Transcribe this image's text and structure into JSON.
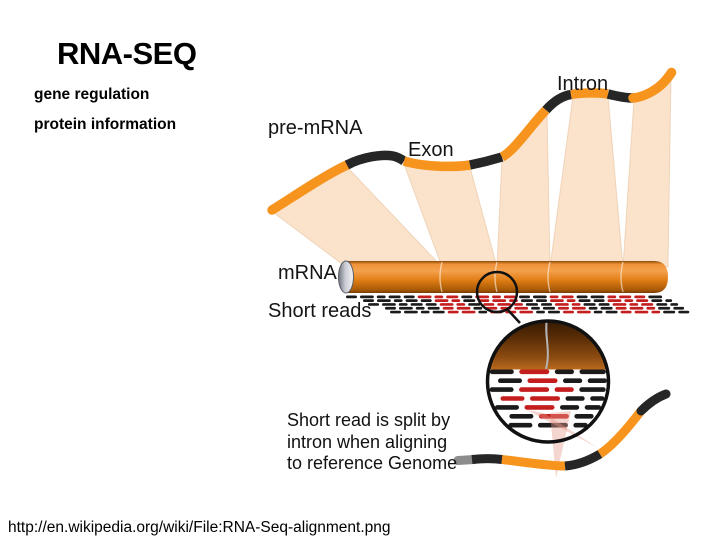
{
  "title": "RNA-SEQ",
  "bullets": [
    "gene regulation",
    "protein information"
  ],
  "diagram": {
    "labels": {
      "pre_mrna": "pre-mRNA",
      "exon": "Exon",
      "intron": "Intron",
      "mrna": "mRNA",
      "short_reads": "Short reads"
    },
    "caption": {
      "line1": "Short read is split by",
      "line2": "intron when aligning",
      "line3": "to reference Genome"
    },
    "colors": {
      "exon_orange": "#F7941E",
      "intron_black": "#262626",
      "band_peach": "#FBE3CB",
      "read_black": "#1B1B1B",
      "read_red": "#C41E1E",
      "beam_pink": "#E89A8C",
      "magnifier_brown": "#5C2E06"
    }
  },
  "source_url": "http://en.wikipedia.org/wiki/File:RNA-Seq-alignment.png"
}
